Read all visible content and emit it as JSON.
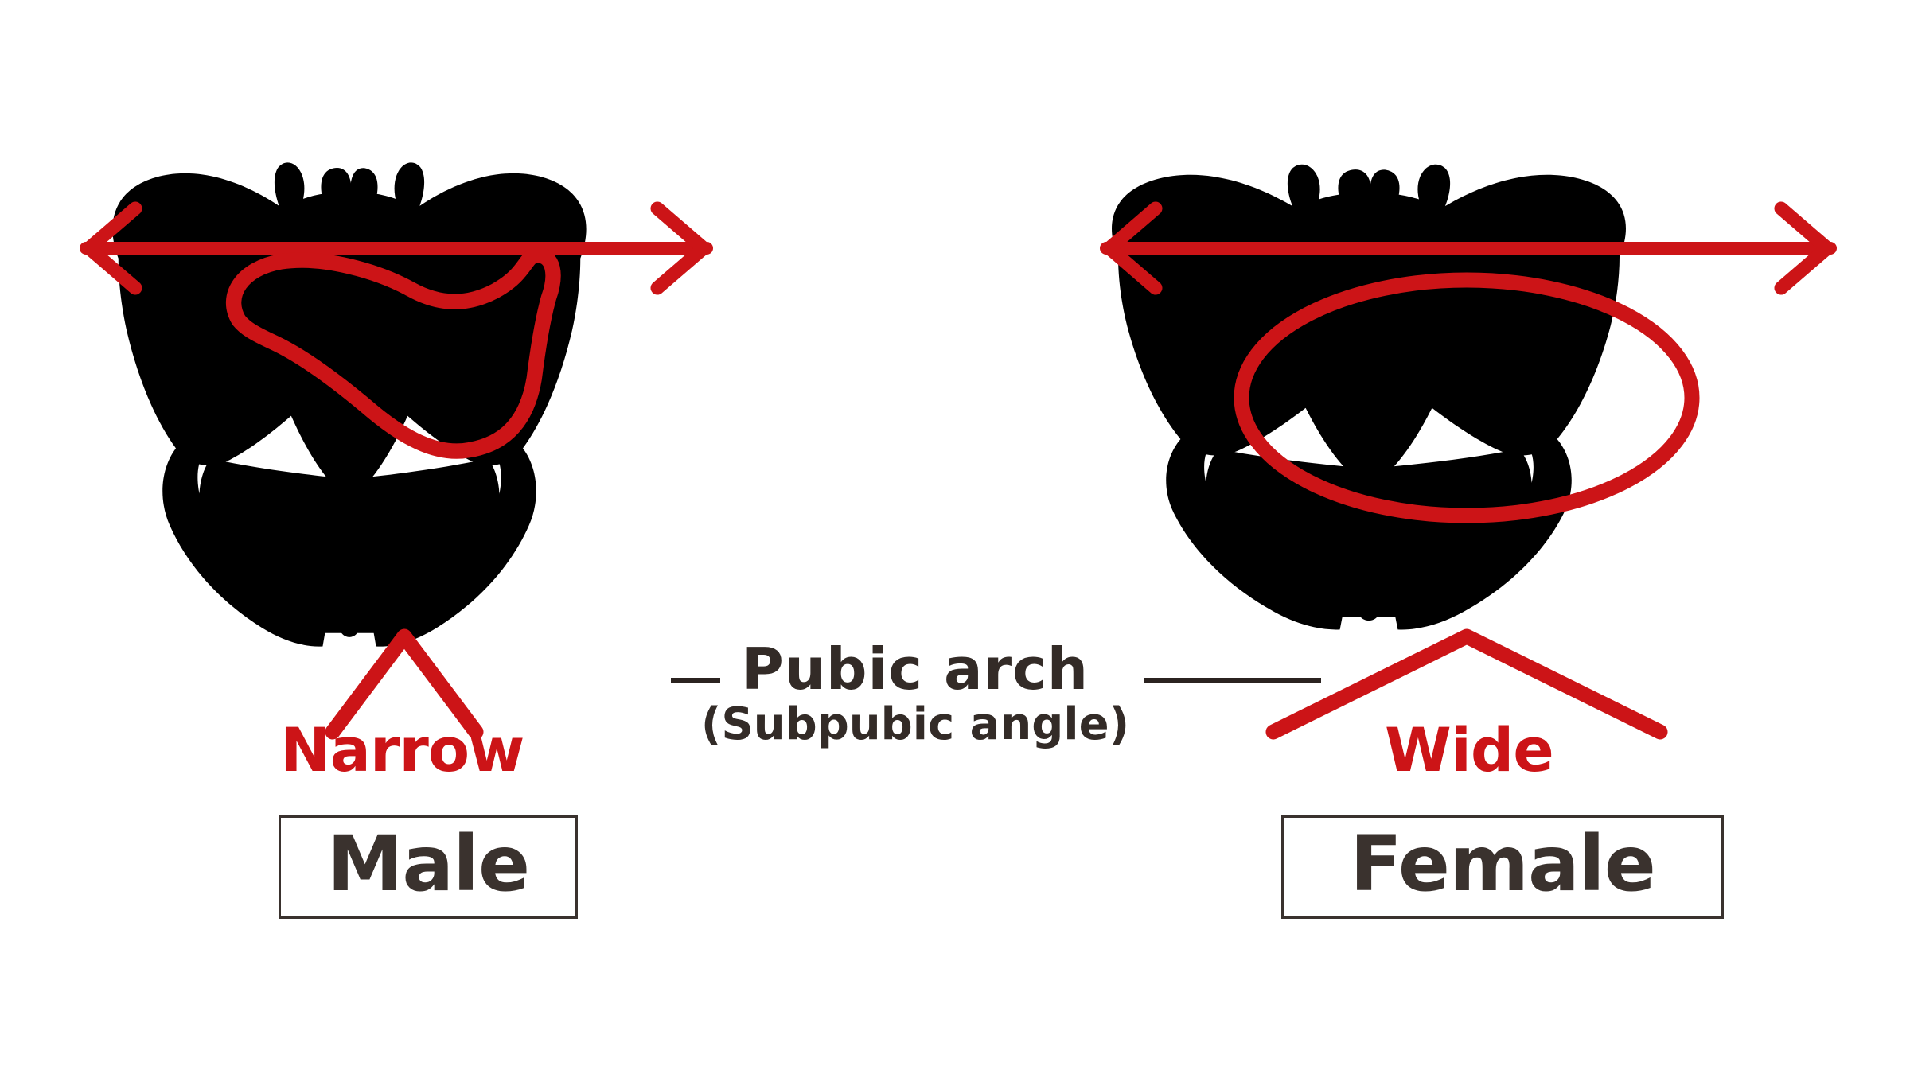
{
  "figure": {
    "type": "anatomy-comparison-diagram",
    "subject": "Male and female pelvis comparison (anterior view)",
    "background_color": "#ffffff"
  },
  "annotation": {
    "arch_label_line1": "Pubic arch",
    "arch_label_line2": "(Subpubic angle)",
    "leader_line_color": "#2b2320"
  },
  "panels": [
    {
      "id": "male",
      "box_label": "Male",
      "arch_label": "Narrow",
      "arch_label_color": "#cc1417",
      "box_text_color": "#3a322e",
      "box_border_color": "#3a322e",
      "width_arrow": {
        "label": "",
        "color": "#cc1417",
        "description": "double-headed horizontal arrow spanning iliac crests"
      },
      "inlet_outline": {
        "color": "#cc1417",
        "shape": "heart-shaped / narrow triangular pelvic inlet"
      },
      "subpubic_angle_deg": 62
    },
    {
      "id": "female",
      "box_label": "Female",
      "arch_label": "Wide",
      "arch_label_color": "#cc1417",
      "box_text_color": "#3a322e",
      "box_border_color": "#3a322e",
      "width_arrow": {
        "label": "",
        "color": "#cc1417",
        "description": "double-headed horizontal arrow spanning iliac crests, wider"
      },
      "inlet_outline": {
        "color": "#cc1417",
        "shape": "wide oval / rounded pelvic inlet"
      },
      "subpubic_angle_deg": 96
    }
  ],
  "bone_colors": {
    "ilium": "#c7c8ee",
    "sacrum": "#f9f4c4",
    "ischium": "#c8edc1",
    "pubis_ramus": "#fadcc4",
    "coccyx": "#b6e4f4",
    "symphysis": "#f2c3e3",
    "outline": "#7e7b78",
    "accent_red": "#cc1417",
    "text_dark": "#3a322e"
  }
}
